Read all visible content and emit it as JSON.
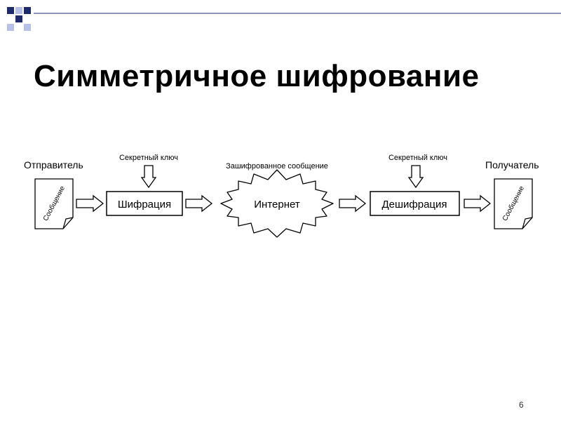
{
  "slide": {
    "title": "Симметричное шифрование",
    "page_number": "6"
  },
  "diagram": {
    "sender_label": "Отправитель",
    "receiver_label": "Получатель",
    "message_doc_label": "Сообщение",
    "encrypt_label": "Шифрация",
    "decrypt_label": "Дешифрация",
    "internet_label": "Интернет",
    "secret_key_label": "Секретный ключ",
    "encrypted_message_label": "Зашифрованное сообщение"
  },
  "colors": {
    "deco_navy": "#1f2a6b",
    "deco_light": "#b9c0e6",
    "line": "#000000"
  }
}
